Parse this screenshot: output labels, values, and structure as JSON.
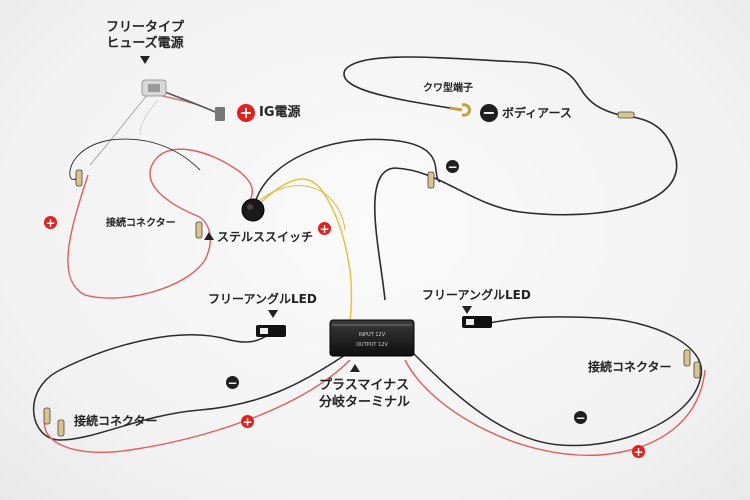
{
  "labels": {
    "fuse_line1": "フリータイプ",
    "fuse_line2": "ヒューズ電源",
    "ig_power": "IG電源",
    "kuwa_terminal": "クワ型端子",
    "body_earth": "ボディアース",
    "connector_left": "接続コネクター",
    "stealth_switch": "ステルススイッチ",
    "led_left": "フリーアングルLED",
    "led_right": "フリーアングルLED",
    "branch_line1": "プラスマイナス",
    "branch_line2": "分岐ターミナル",
    "connector_bottom_left": "接続コネクター",
    "connector_right": "接続コネクター"
  },
  "symbols": {
    "plus": "+",
    "minus": "−"
  },
  "module_text": {
    "top": "INPUT 12V",
    "bottom": "OUTPUT 12V"
  },
  "colors": {
    "plus": "#e4201c",
    "minus": "#1f1f1f",
    "wire_black": "#2a2a2a",
    "wire_red": "#e55a5a",
    "wire_yellow": "#e8c23a"
  }
}
